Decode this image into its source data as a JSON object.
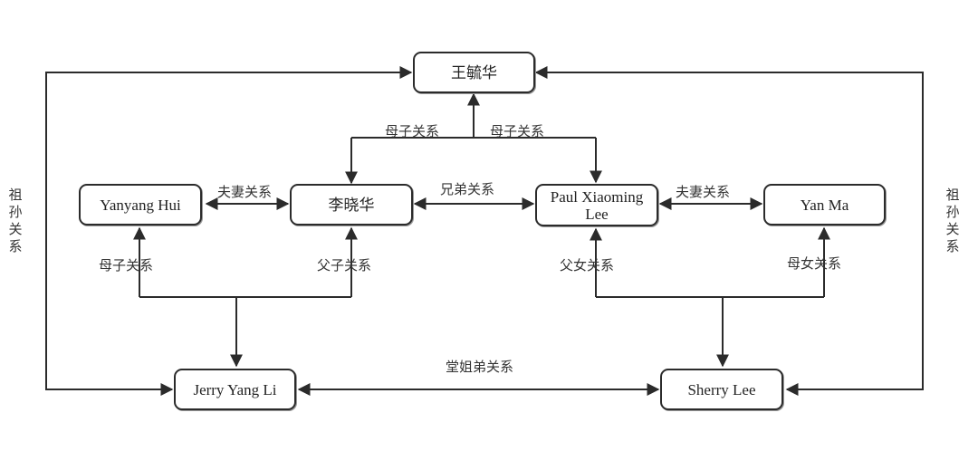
{
  "nodes": {
    "wang": "王毓华",
    "yanyang": "Yanyang Hui",
    "lixiaohua": "李晓华",
    "paul": "Paul Xiaoming Lee",
    "yanma": "Yan Ma",
    "jerry": "Jerry Yang Li",
    "sherry": "Sherry Lee"
  },
  "relations": {
    "mother_son_left": "母子关系",
    "mother_son_right": "母子关系",
    "spouse_left": "夫妻关系",
    "brothers": "兄弟关系",
    "spouse_right": "夫妻关系",
    "mother_son_bottom": "母子关系",
    "father_son": "父子关系",
    "father_daughter": "父女关系",
    "mother_daughter": "母女关系",
    "cousins": "堂姐弟关系",
    "grandparent_left": "祖孙关系",
    "grandparent_right": "祖孙关系"
  }
}
